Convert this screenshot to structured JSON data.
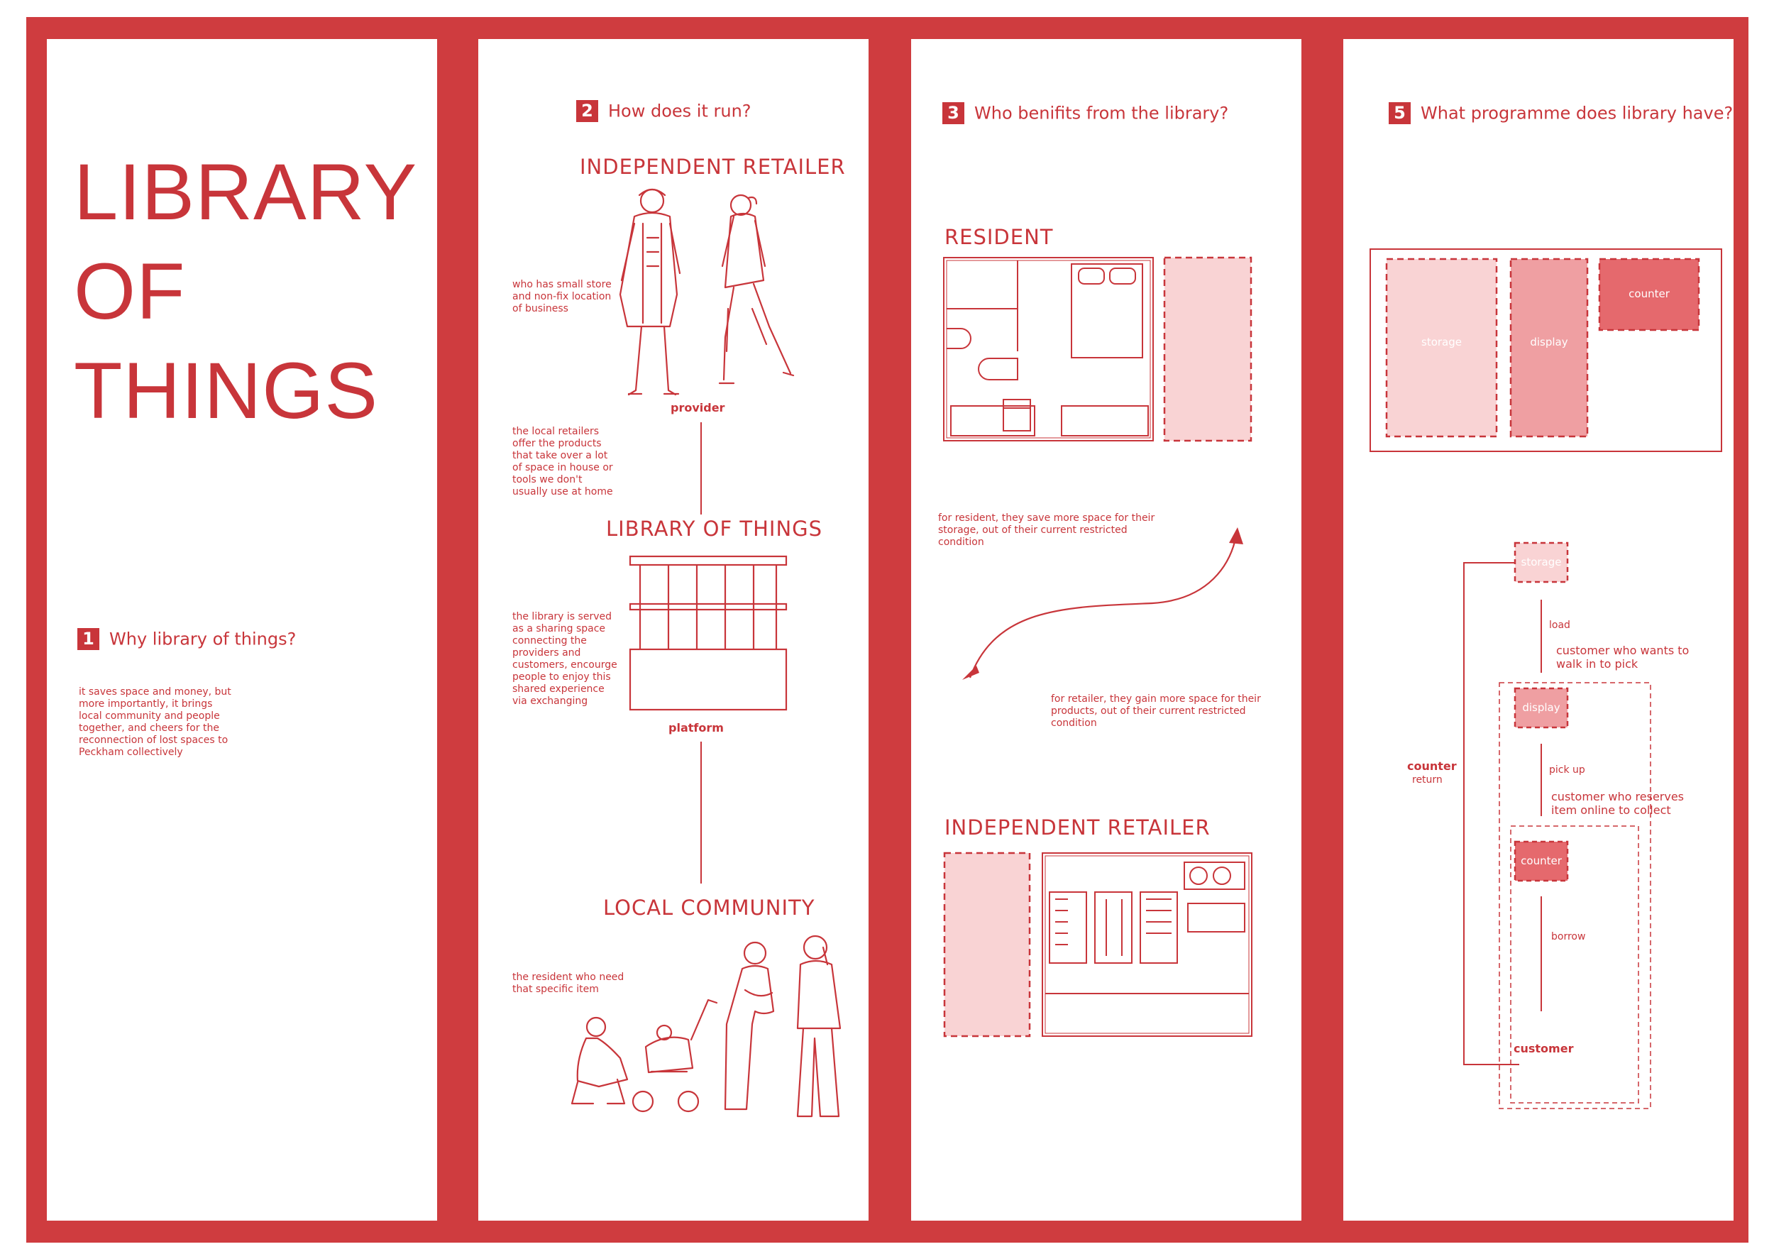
{
  "colors": {
    "brand_red": "#cf3c3f",
    "text_red": "#c8353a",
    "fill_light": "#f9d3d4",
    "fill_mid": "#ef9fa2",
    "fill_strong": "#e5696d"
  },
  "title": {
    "line1": "LIBRARY",
    "line2": "OF",
    "line3": "THINGS"
  },
  "section1": {
    "number": "1",
    "heading": "Why library of things?",
    "body": "it saves space and money, but more importantly, it brings local community and people together, and cheers for the reconnection of lost spaces to Peckham collectively"
  },
  "section2": {
    "number": "2",
    "heading": "How does it run?",
    "retailer_heading": "INDEPENDENT RETAILER",
    "retailer_note": "who has small store and non-fix location of business",
    "provider_label": "provider",
    "provider_note": "the local retailers offer the products that take over a lot of space in house or tools we don't usually use at home",
    "library_heading": "LIBRARY OF THINGS",
    "library_note": "the library is served as a sharing space connecting the providers and customers, encourge people to enjoy this shared experience via exchanging",
    "platform_label": "platform",
    "community_heading": "LOCAL COMMUNITY",
    "community_note": "the resident who need that specific item"
  },
  "section3": {
    "number": "3",
    "heading": "Who benifits from the library?",
    "resident_heading": "RESIDENT",
    "resident_note": "for resident, they save more space for their storage, out of their current restricted condition",
    "retailer_note": "for retailer, they gain more space for their products, out of their current restricted condition",
    "retailer_heading": "INDEPENDENT RETAILER"
  },
  "section5": {
    "number": "5",
    "heading": "What programme does library have?",
    "plan_labels": {
      "storage": "storage",
      "display": "display",
      "counter": "counter"
    },
    "flow": {
      "storage": "storage",
      "load": "load",
      "walkin_note": "customer who wants to walk in to pick",
      "display": "display",
      "pickup": "pick up",
      "reserve_note": "customer who reserves item online to collect",
      "counter": "counter",
      "borrow": "borrow",
      "customer": "customer",
      "return_counter": "counter",
      "return_label": "return"
    }
  }
}
